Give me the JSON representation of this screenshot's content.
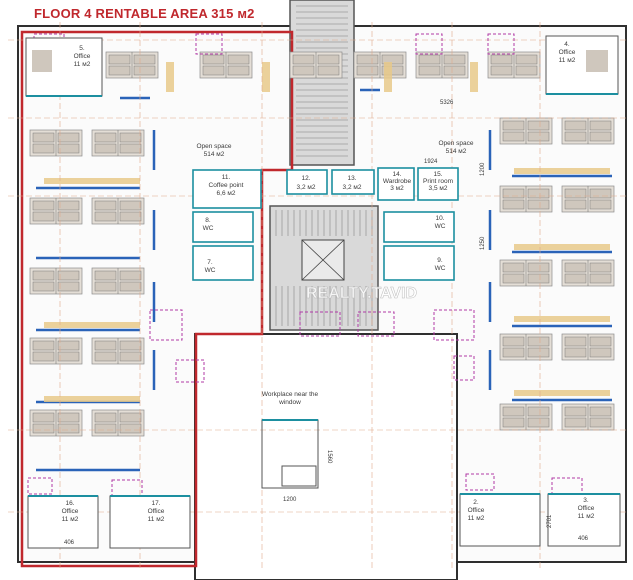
{
  "title": "FLOOR 4 RENTABLE AREA 315 м2",
  "watermark": "REALTY.TAVID",
  "colors": {
    "highlight": "#c0282d",
    "wall": "#2f2f2f",
    "desk": "#cfc7bd",
    "plant": "#e8c98a",
    "glass": "#1c8fa0",
    "furniture_blue": "#2a63b8",
    "door": "#b03aa6",
    "text": "#3a3a3a",
    "annotation": "#c0282d"
  },
  "rooms": {
    "office_5": [
      "5.",
      "Office",
      "11 м2"
    ],
    "office_4": [
      "4.",
      "Office",
      "11 м2"
    ],
    "open_space_left": [
      "Open space",
      "514 м2"
    ],
    "open_space_right": [
      "Open space",
      "514 м2"
    ],
    "coffee_point": [
      "11.",
      "Coffee point",
      "6,6 м2"
    ],
    "room_12": [
      "12.",
      "3,2 м2"
    ],
    "room_13": [
      "13.",
      "3,2 м2"
    ],
    "wardrobe": [
      "14.",
      "Wardrobe",
      "3 м2"
    ],
    "print_room": [
      "15.",
      "Print room",
      "3,5 м2"
    ],
    "wc_8": [
      "8.",
      "WC"
    ],
    "wc_7": [
      "7.",
      "WC"
    ],
    "wc_10": [
      "10.",
      "WC"
    ],
    "wc_9": [
      "9.",
      "WC"
    ],
    "workplace_window": [
      "Workplace near the",
      "window"
    ],
    "office_16": [
      "16.",
      "Office",
      "11 м2"
    ],
    "office_17": [
      "17.",
      "Office",
      "11 м2"
    ],
    "office_2": [
      "2.",
      "Office",
      "11 м2"
    ],
    "office_3": [
      "3.",
      "Office",
      "11 м2"
    ]
  },
  "dimensions": {
    "d_5326": "5326",
    "d_1924": "1924",
    "d_1200": "1200",
    "d_1560": "1560",
    "d_1200b": "1200",
    "d_1250": "1250",
    "d_406_left": "406",
    "d_2701": "2701",
    "d_406_right": "406"
  }
}
